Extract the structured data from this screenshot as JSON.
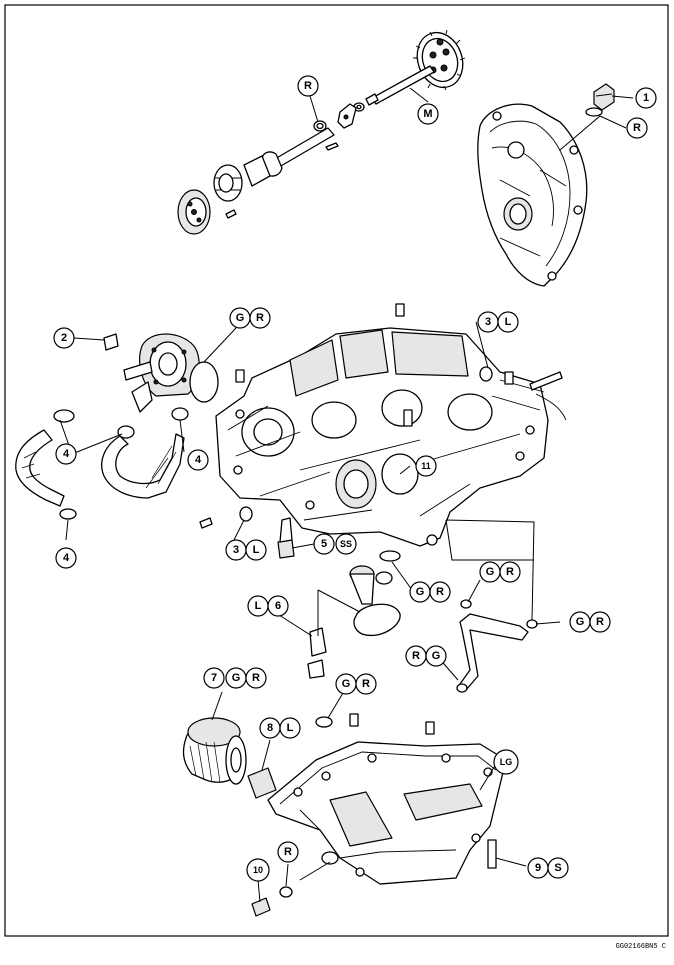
{
  "labels": {
    "one": "1",
    "two": "2",
    "three": "3",
    "four": "4",
    "five": "5",
    "six": "6",
    "seven": "7",
    "eight": "8",
    "nine": "9",
    "ten": "10",
    "eleven": "11",
    "R": "R",
    "M": "M",
    "G": "G",
    "L": "L",
    "S": "S",
    "SS": "SS",
    "LG": "LG"
  },
  "figure_code": "GG02166BN5 C"
}
